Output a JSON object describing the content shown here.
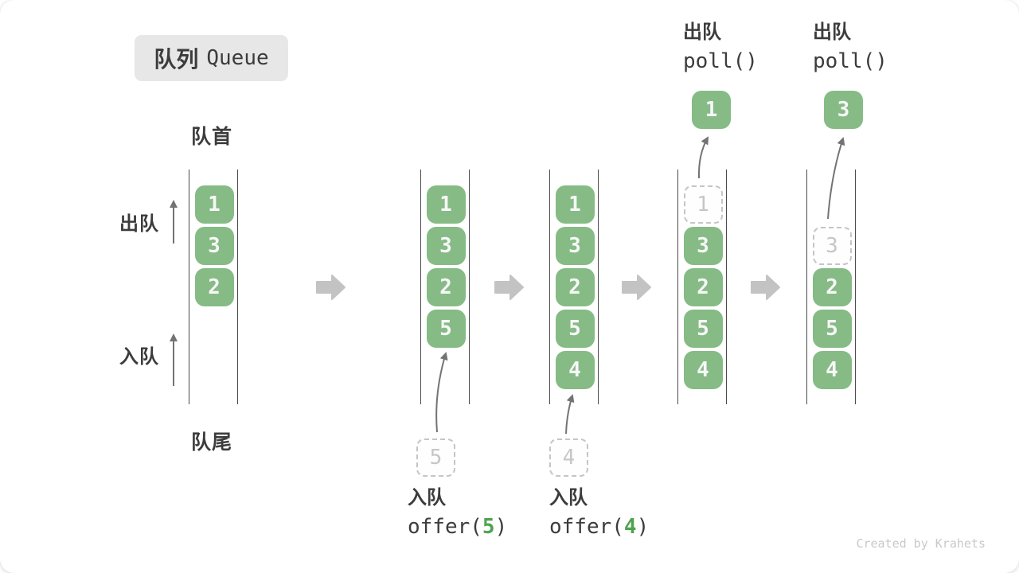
{
  "title": {
    "zh": "队列",
    "en": "Queue"
  },
  "labels": {
    "front": "队首",
    "rear": "队尾",
    "dequeue": "出队",
    "enqueue": "入队"
  },
  "watermark": "Created by Krahets",
  "colors": {
    "box_green": "#86BB86",
    "box_text": "#F7F7F7",
    "code_green": "#4FA34F",
    "text_dark": "#3C3C3C",
    "ghost_border": "#C5C5C5",
    "ghost_text": "#C6C6C6",
    "thin_arrow": "#737373",
    "block_arrow": "#C3C3C3",
    "column_line": "#4A4A4A",
    "badge_bg": "#E7E7E7",
    "watermark_text": "#C9C9C9"
  },
  "states": [
    {
      "name": "initial",
      "cells": [
        {
          "slot": 0,
          "value": "1",
          "ghost": false
        },
        {
          "slot": 1,
          "value": "3",
          "ghost": false
        },
        {
          "slot": 2,
          "value": "2",
          "ghost": false
        }
      ]
    },
    {
      "name": "after-offer-5",
      "cells": [
        {
          "slot": 0,
          "value": "1",
          "ghost": false
        },
        {
          "slot": 1,
          "value": "3",
          "ghost": false
        },
        {
          "slot": 2,
          "value": "2",
          "ghost": false
        },
        {
          "slot": 3,
          "value": "5",
          "ghost": false
        }
      ],
      "detached": {
        "value": "5",
        "kind": "ghost"
      },
      "operation": {
        "label": "入队",
        "code": [
          {
            "t": "offer("
          },
          {
            "t": "5",
            "green": true
          },
          {
            "t": ")"
          }
        ],
        "side": "bottom"
      }
    },
    {
      "name": "after-offer-4",
      "cells": [
        {
          "slot": 0,
          "value": "1",
          "ghost": false
        },
        {
          "slot": 1,
          "value": "3",
          "ghost": false
        },
        {
          "slot": 2,
          "value": "2",
          "ghost": false
        },
        {
          "slot": 3,
          "value": "5",
          "ghost": false
        },
        {
          "slot": 4,
          "value": "4",
          "ghost": false
        }
      ],
      "detached": {
        "value": "4",
        "kind": "ghost"
      },
      "operation": {
        "label": "入队",
        "code": [
          {
            "t": "offer("
          },
          {
            "t": "4",
            "green": true
          },
          {
            "t": ")"
          }
        ],
        "side": "bottom"
      }
    },
    {
      "name": "after-poll-1",
      "cells": [
        {
          "slot": 0,
          "value": "1",
          "ghost": true
        },
        {
          "slot": 1,
          "value": "3",
          "ghost": false
        },
        {
          "slot": 2,
          "value": "2",
          "ghost": false
        },
        {
          "slot": 3,
          "value": "5",
          "ghost": false
        },
        {
          "slot": 4,
          "value": "4",
          "ghost": false
        }
      ],
      "detached": {
        "value": "1",
        "kind": "green"
      },
      "operation": {
        "label": "出队",
        "code": [
          {
            "t": "poll()"
          }
        ],
        "side": "top"
      }
    },
    {
      "name": "after-poll-3",
      "cells": [
        {
          "slot": 1,
          "value": "3",
          "ghost": true
        },
        {
          "slot": 2,
          "value": "2",
          "ghost": false
        },
        {
          "slot": 3,
          "value": "5",
          "ghost": false
        },
        {
          "slot": 4,
          "value": "4",
          "ghost": false
        }
      ],
      "detached": {
        "value": "3",
        "kind": "green"
      },
      "operation": {
        "label": "出队",
        "code": [
          {
            "t": "poll()"
          }
        ],
        "side": "top"
      }
    }
  ]
}
